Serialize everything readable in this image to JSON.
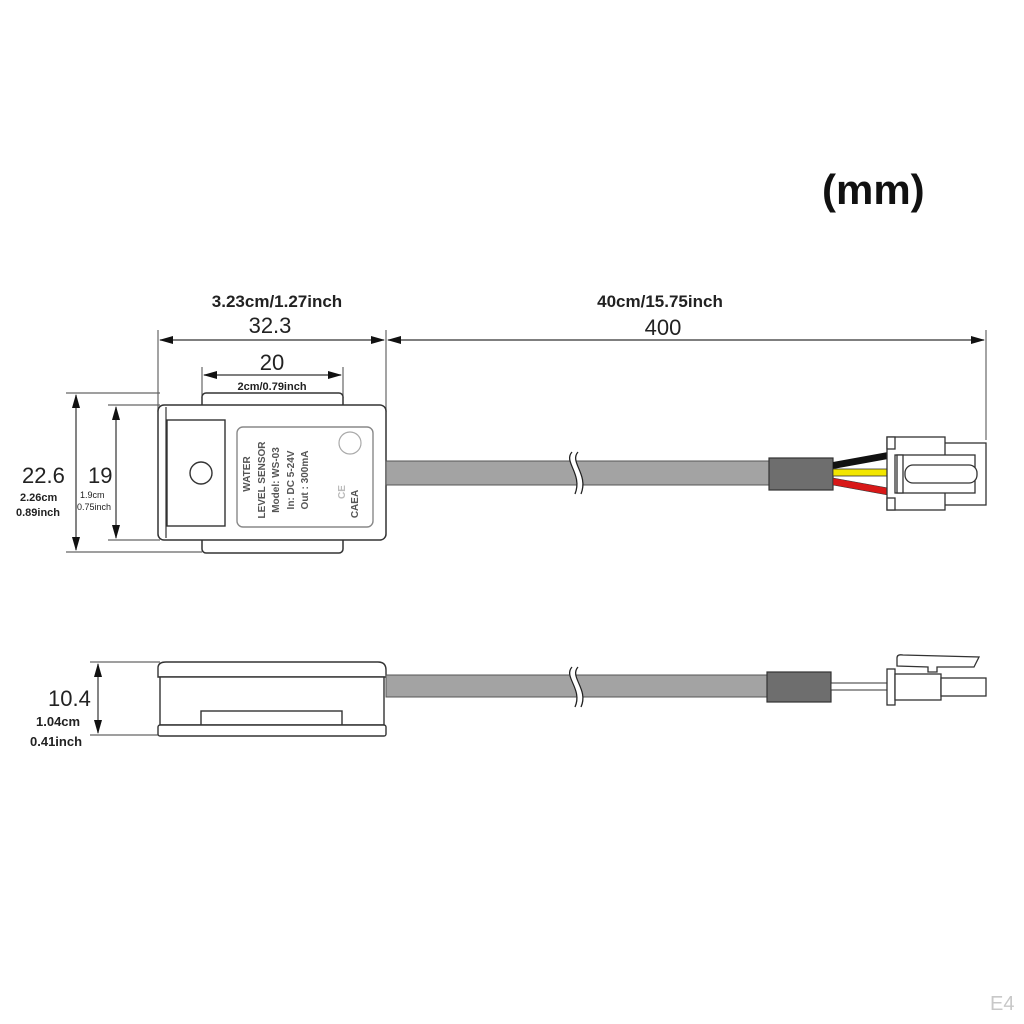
{
  "unit_label": "(mm)",
  "watermark": "E4",
  "top_view": {
    "body_length": {
      "mm": "32.3",
      "metric_imperial": "3.23cm/1.27inch"
    },
    "cable_length": {
      "mm": "400",
      "metric_imperial": "40cm/15.75inch"
    },
    "inner_width": {
      "mm": "20",
      "metric_imperial": "2cm/0.79inch"
    },
    "outer_height": {
      "mm": "22.6",
      "cm": "2.26cm",
      "inch": "0.89inch"
    },
    "inner_height": {
      "mm": "19",
      "cm": "1.9cm",
      "inch": "0.75inch"
    },
    "label": {
      "line1": "WATER",
      "line2": "LEVEL SENSOR",
      "line3": "Model: WS-03",
      "line4": "In: DC 5-24V",
      "line5": "Out : 300mA",
      "ce_mark": "CE",
      "brand": "CAEA"
    },
    "wire_colors": {
      "black": "#111111",
      "yellow": "#f2e600",
      "red": "#d81818"
    }
  },
  "side_view": {
    "thickness": {
      "mm": "10.4",
      "cm": "1.04cm",
      "inch": "0.41inch"
    }
  },
  "colors": {
    "cable": "#a3a3a3",
    "sleeve": "#6e6e6e",
    "line": "#333333"
  }
}
